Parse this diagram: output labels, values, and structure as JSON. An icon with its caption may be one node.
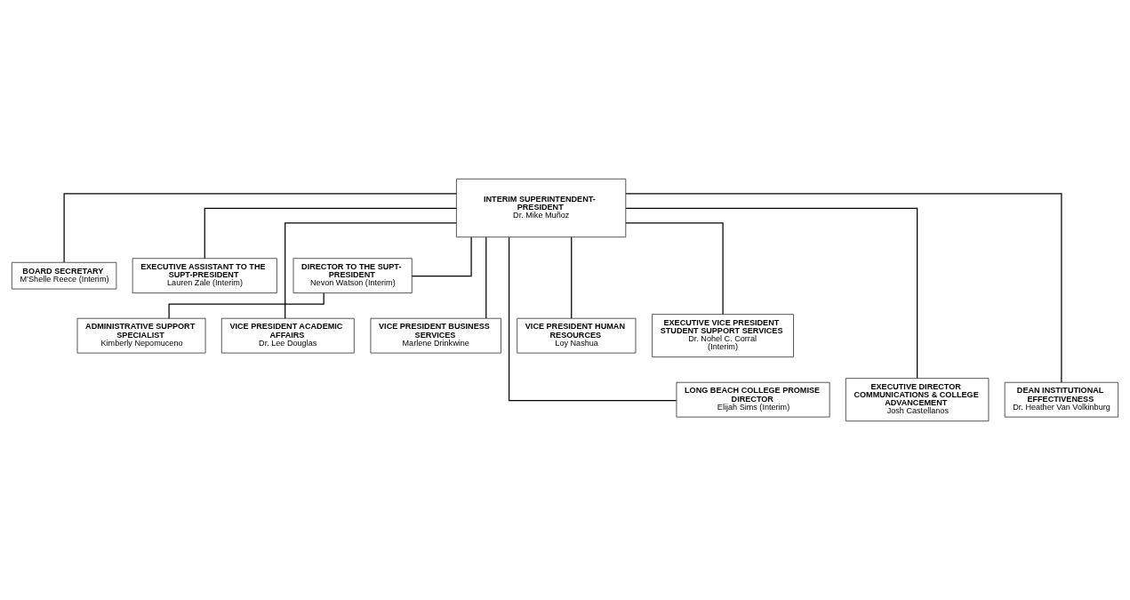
{
  "diagram": {
    "nodes": [
      {
        "text": [
          "INTERIM SUPERINTENDENT-PRESIDENT",
          "Dr. Mike Muñoz"
        ]
      },
      {
        "text": [
          "BOARD SECRETARY",
          "M’Shelle Reece (Interim)"
        ]
      },
      {
        "text": [
          "EXECUTIVE ASSISTANT TO THE SUPT-PRESIDENT",
          "Lauren Zale (Interim)"
        ]
      },
      {
        "text": [
          "DIRECTOR TO THE SUPT-PRESIDENT",
          "Nevon Watson (Interim)"
        ]
      },
      {
        "text": [
          "ADMINISTRATIVE SUPPORT SPECIALIST",
          "Kimberly Nepomuceno"
        ]
      },
      {
        "text": [
          "VICE PRESIDENT ACADEMIC AFFAIRS",
          "Dr. Lee Douglas"
        ]
      },
      {
        "text": [
          "VICE PRESIDENT BUSINESS SERVICES",
          "Marlene Drinkwine"
        ]
      },
      {
        "text": [
          "VICE PRESIDENT HUMAN RESOURCES",
          "Loy Nashua"
        ]
      },
      {
        "text": [
          "EXECUTIVE VICE PRESIDENT STUDENT SUPPORT SERVICES",
          "Dr. Nohel C. Corral (Interim)"
        ]
      },
      {
        "text": [
          "LONG BEACH COLLEGE PROMISE DIRECTOR",
          "Elijah Sims (Interim)"
        ]
      },
      {
        "text": [
          "EXECUTIVE DIRECTOR COMMUNICATIONS & COLLEGE ADVANCEMENT",
          "Josh Castellanos"
        ]
      },
      {
        "text": [
          "DEAN INSTITUTIONAL EFFECTIVENESS",
          "Dr. Heather Van Volkinburg"
        ]
      }
    ],
    "edges": [
      {
        "from": 0,
        "to": 1,
        "arrow": "none"
      },
      {
        "from": 0,
        "to": 2,
        "arrow": "none"
      },
      {
        "from": 0,
        "to": 3,
        "arrow": "none"
      },
      {
        "from": 3,
        "to": 4,
        "arrow": "none"
      },
      {
        "from": 0,
        "to": 5,
        "arrow": "none"
      },
      {
        "from": 0,
        "to": 6,
        "arrow": "none"
      },
      {
        "from": 0,
        "to": 7,
        "arrow": "none"
      },
      {
        "from": 0,
        "to": 8,
        "arrow": "none"
      },
      {
        "from": 0,
        "to": 9,
        "arrow": "none"
      },
      {
        "from": 0,
        "to": 10,
        "arrow": "none"
      },
      {
        "from": 0,
        "to": 11,
        "arrow": "none"
      }
    ]
  }
}
